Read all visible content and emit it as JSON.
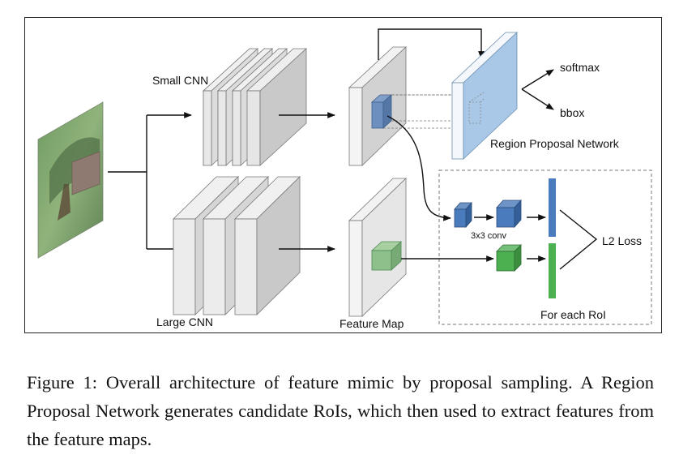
{
  "diagram": {
    "labels": {
      "small_cnn": "Small CNN",
      "large_cnn": "Large CNN",
      "feature_map": "Feature Map",
      "rpn": "Region Proposal Network",
      "softmax": "softmax",
      "bbox": "bbox",
      "conv": "3x3 conv",
      "l2_loss": "L2 Loss",
      "for_each_roi": "For each RoI"
    },
    "colors": {
      "rpn_blue": "#a9c8e8",
      "feature_blue": "#4a7bbd",
      "feature_green": "#4caf50",
      "layer_gray": "#e6e6e6"
    }
  },
  "caption": {
    "figure_label": "Figure 1:",
    "text": "Overall architecture of feature mimic by proposal sampling.  A Region Proposal Network generates candidate RoIs, which then used to extract features from the feature maps."
  }
}
